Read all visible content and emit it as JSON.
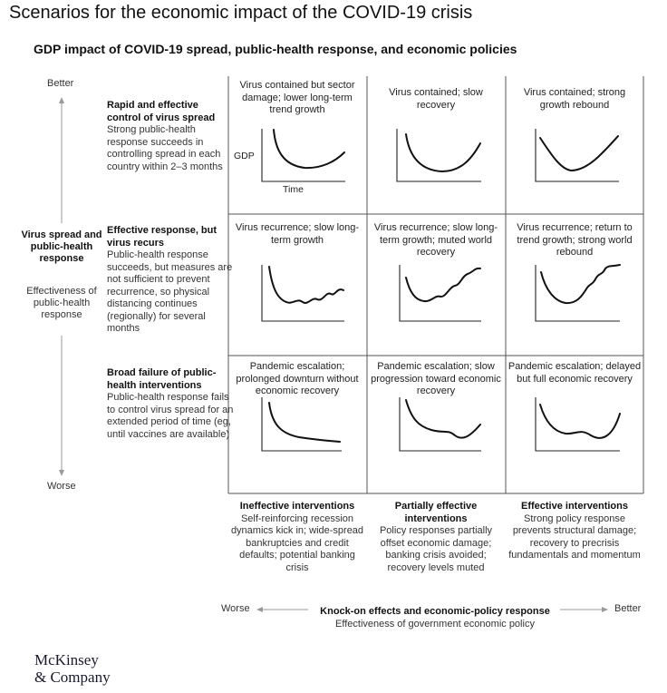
{
  "title": "Scenarios for the economic impact of the COVID-19 crisis",
  "subtitle": "GDP impact of COVID-19 spread, public-health response, and economic policies",
  "y_axis": {
    "top": "Better",
    "bottom": "Worse",
    "title": "Virus spread and public-health response",
    "subtitle": "Effectiveness of public-health response"
  },
  "rows": [
    {
      "heading": "Rapid and effective control of virus spread",
      "desc": "Strong public-health response succeeds in controlling spread in each country within 2–3 months"
    },
    {
      "heading": "Effective response, but virus recurs",
      "desc": "Public-health response succeeds, but measures are not sufficient to prevent recurrence, so physical distancing continues (regionally) for several months"
    },
    {
      "heading": "Broad failure of public-health interventions",
      "desc": "Public-health response fails to control virus spread for an extended period of time (eg, until vaccines are available)"
    }
  ],
  "cells": [
    [
      "Virus contained but sector damage; lower long-term trend growth",
      "Virus contained; slow recovery",
      "Virus contained; strong growth rebound"
    ],
    [
      "Virus recurrence; slow long-term growth",
      "Virus recurrence; slow long-term growth; muted world recovery",
      "Virus recurrence; return to trend growth; strong world rebound"
    ],
    [
      "Pandemic escalation; prolonged downturn without economic recovery",
      "Pandemic escalation; slow progression toward economic recovery",
      "Pandemic escalation; delayed but full economic recovery"
    ]
  ],
  "mini_axes": {
    "y": "GDP",
    "x": "Time"
  },
  "columns": [
    {
      "heading": "Ineffective interventions",
      "desc": "Self-reinforcing recession dynamics kick in; wide-spread bankruptcies and credit defaults; potential banking crisis"
    },
    {
      "heading": "Partially effective interventions",
      "desc": "Policy responses partially offset economic damage; banking crisis avoided; recovery levels muted"
    },
    {
      "heading": "Effective interventions",
      "desc": "Strong policy response prevents structural damage; recovery to precrisis fundamentals and momentum"
    }
  ],
  "x_axis": {
    "left": "Worse",
    "right": "Better",
    "title": "Knock-on effects and economic-policy response",
    "subtitle": "Effectiveness of government economic policy"
  },
  "logo": {
    "line1": "McKinsey",
    "line2": "& Company"
  }
}
